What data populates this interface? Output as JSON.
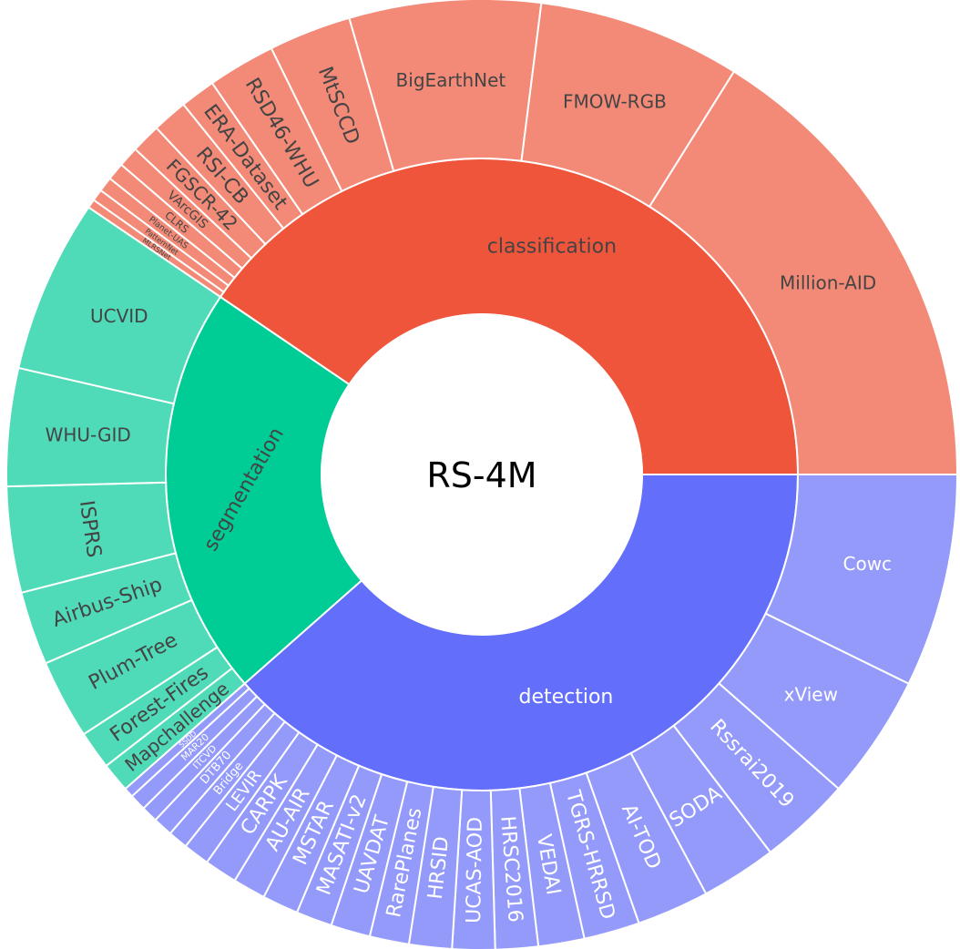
{
  "chart_data": {
    "type": "sunburst",
    "title": "RS-4M",
    "categories": [
      {
        "name": "detection",
        "color": "#636efa",
        "leaf_color": "#939af9",
        "value": 38.5,
        "children": [
          {
            "name": "Cowc",
            "value": 6.5
          },
          {
            "name": "xView",
            "value": 3.8
          },
          {
            "name": "Rssrai2019",
            "value": 2.8
          },
          {
            "name": "SODA",
            "value": 2.3
          },
          {
            "name": "AI-TOD",
            "value": 2.2
          },
          {
            "name": "TGRS-HRRSD",
            "value": 1.7
          },
          {
            "name": "VEDAI",
            "value": 1.4
          },
          {
            "name": "HRSC2016",
            "value": 1.3
          },
          {
            "name": "UCAS-AOD",
            "value": 1.3
          },
          {
            "name": "HRSID",
            "value": 1.3
          },
          {
            "name": "RarePlanes",
            "value": 1.2
          },
          {
            "name": "UAVDAT",
            "value": 1.2
          },
          {
            "name": "MASATI-v2",
            "value": 1.1
          },
          {
            "name": "MSTAR",
            "value": 1.1
          },
          {
            "name": "AU-AIR",
            "value": 1.0
          },
          {
            "name": "CARPK",
            "value": 1.0
          },
          {
            "name": "LEVIR",
            "value": 0.8
          },
          {
            "name": "Bridge",
            "value": 0.6
          },
          {
            "name": "DTB70",
            "value": 0.6
          },
          {
            "name": "ITCVD",
            "value": 0.5
          },
          {
            "name": "MAR20",
            "value": 0.5
          },
          {
            "name": "SSDD",
            "value": 0.3
          }
        ]
      },
      {
        "name": "segmentation",
        "color": "#00cc96",
        "leaf_color": "#4fdbb8",
        "value": 21.0,
        "children": [
          {
            "name": "Mapchallenge",
            "value": 1.0
          },
          {
            "name": "Forest-Fires",
            "value": 1.3
          },
          {
            "name": "Plum-Tree",
            "value": 2.7
          },
          {
            "name": "Airbus-Ship",
            "value": 2.5
          },
          {
            "name": "ISPRS",
            "value": 3.6
          },
          {
            "name": "WHU-GID",
            "value": 4.0
          },
          {
            "name": "UCVID",
            "value": 5.9
          }
        ]
      },
      {
        "name": "classification",
        "color": "#ef553b",
        "leaf_color": "#f38a77",
        "value": 40.5,
        "children": [
          {
            "name": "MLRSNet",
            "value": 0.3
          },
          {
            "name": "PatternNet",
            "value": 0.4
          },
          {
            "name": "Planet-UAS",
            "value": 0.5
          },
          {
            "name": "CLRS",
            "value": 0.6
          },
          {
            "name": "VArcGIS",
            "value": 0.7
          },
          {
            "name": "FGSCR-42",
            "value": 1.0
          },
          {
            "name": "RSI-CB",
            "value": 1.2
          },
          {
            "name": "ERA-Dataset",
            "value": 1.2
          },
          {
            "name": "RSD46-WHU",
            "value": 2.3
          },
          {
            "name": "MtSCCD",
            "value": 2.8
          },
          {
            "name": "BigEarthNet",
            "value": 6.5
          },
          {
            "name": "FMOW-RGB",
            "value": 6.9
          },
          {
            "name": "Million-AID",
            "value": 16.1
          }
        ]
      }
    ]
  }
}
